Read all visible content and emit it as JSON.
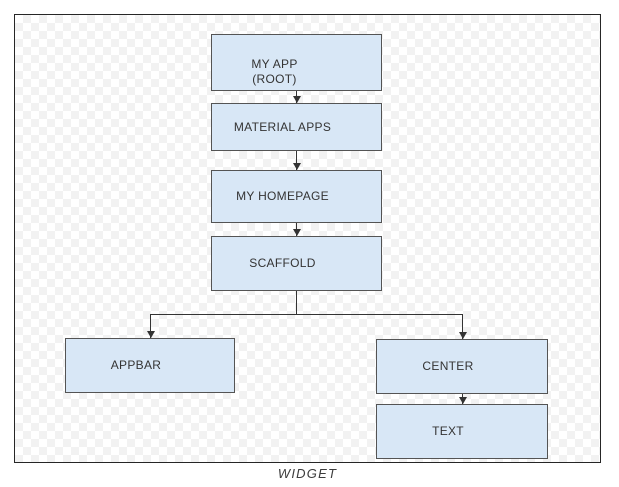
{
  "diagram": {
    "caption": "WIDGET",
    "nodes": [
      {
        "id": "my-app-root",
        "label": "MY APP\n(ROOT)"
      },
      {
        "id": "material-apps",
        "label": "MATERIAL APPS"
      },
      {
        "id": "my-homepage",
        "label": "MY HOMEPAGE"
      },
      {
        "id": "scaffold",
        "label": "SCAFFOLD"
      },
      {
        "id": "appbar",
        "label": "APPBAR"
      },
      {
        "id": "center",
        "label": "CENTER"
      },
      {
        "id": "text",
        "label": "TEXT"
      }
    ],
    "edges": [
      {
        "from": "my-app-root",
        "to": "material-apps"
      },
      {
        "from": "material-apps",
        "to": "my-homepage"
      },
      {
        "from": "my-homepage",
        "to": "scaffold"
      },
      {
        "from": "scaffold",
        "to": "appbar"
      },
      {
        "from": "scaffold",
        "to": "center"
      },
      {
        "from": "center",
        "to": "text"
      }
    ]
  },
  "colors": {
    "node-fill": "#d8e7f6",
    "node-border": "#545454",
    "node-text": "#333333",
    "edge-line": "#333333",
    "frame-border": "#262626",
    "checker": "#f2f2f2",
    "caption-text": "#3c3c3c"
  }
}
